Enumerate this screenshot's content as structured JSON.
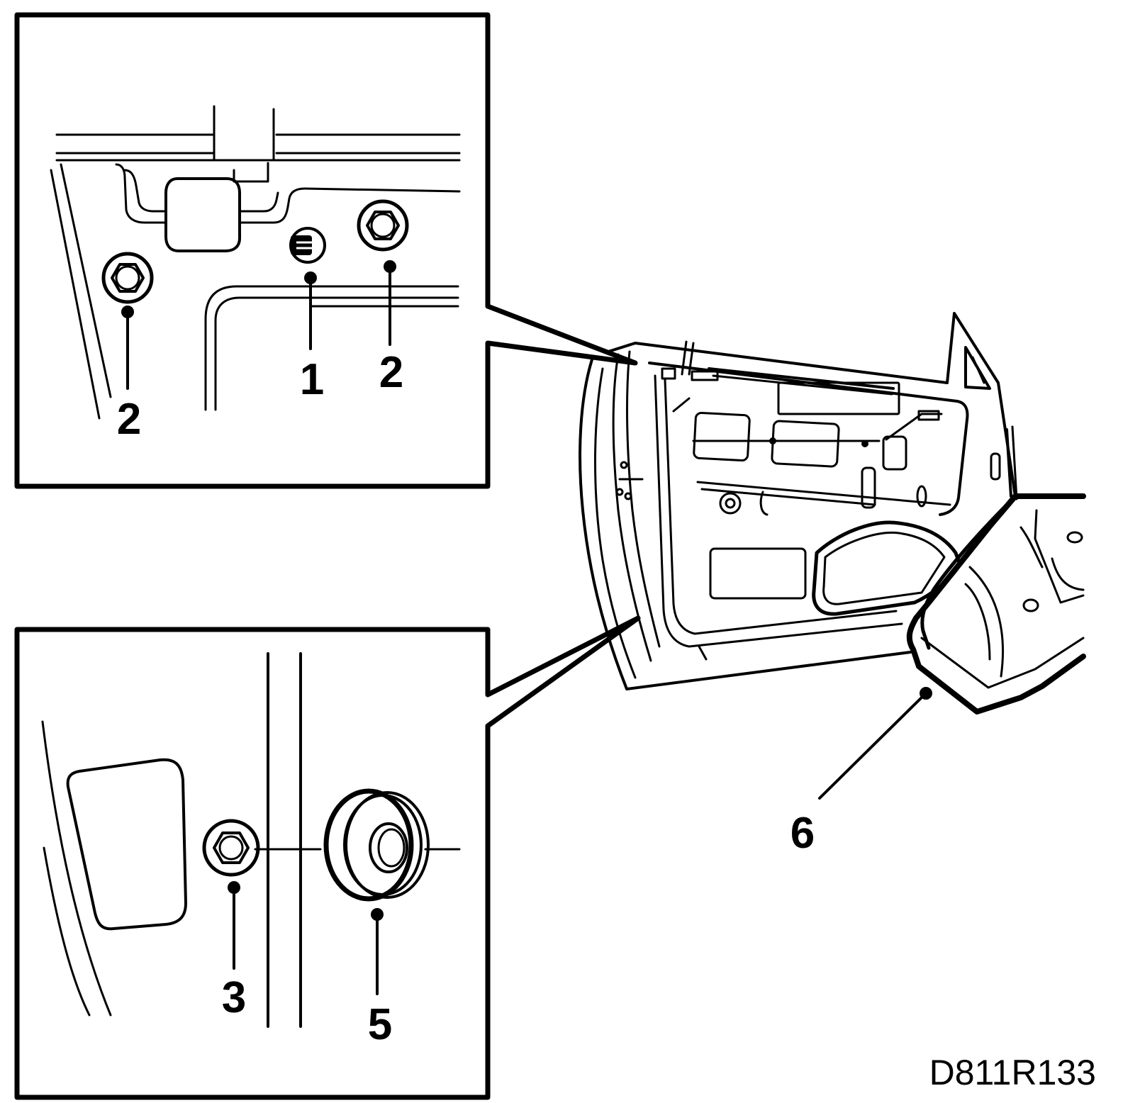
{
  "callouts": {
    "c1": "1",
    "c2_left": "2",
    "c2_right": "2",
    "c3": "3",
    "c5": "5",
    "c6": "6"
  },
  "document_code": "D811R133",
  "colors": {
    "line": "#000000",
    "background": "#ffffff"
  }
}
